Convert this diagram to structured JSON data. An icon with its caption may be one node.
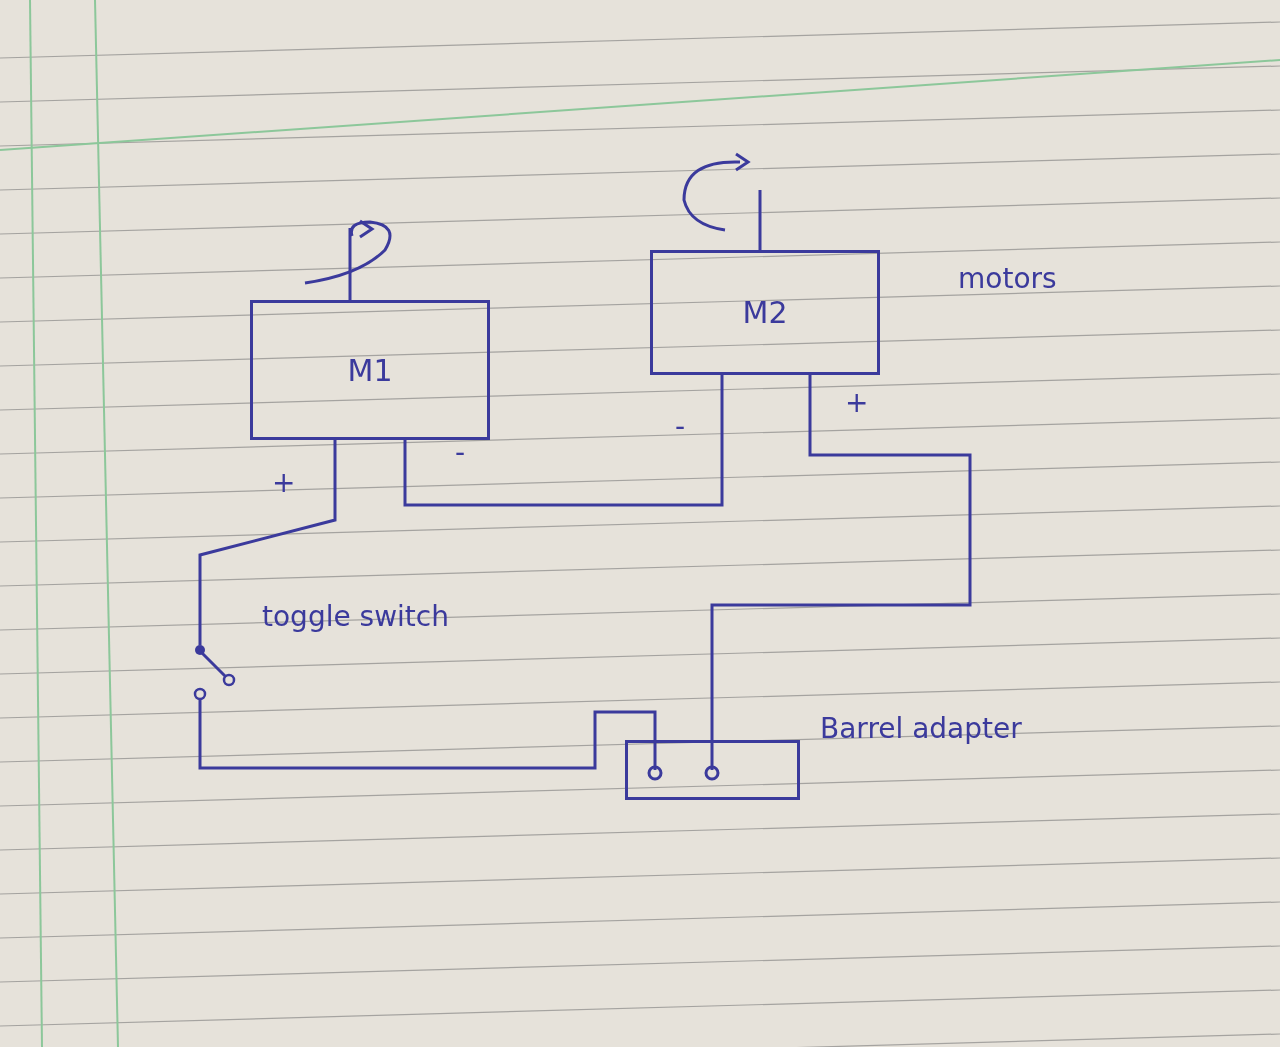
{
  "diagram": {
    "nodes": [
      {
        "text": [
          "M1"
        ]
      },
      {
        "text": [
          "M2"
        ]
      },
      {
        "text": [],
        "shape": "switch",
        "beside": [
          "toggle switch"
        ]
      },
      {
        "text": [],
        "shape": "box",
        "beside": [
          "Barrel adapter"
        ]
      }
    ],
    "edges": [
      {
        "from": 0,
        "to": 1,
        "arrow": "none"
      },
      {
        "from": 0,
        "to": 2,
        "arrow": "none"
      },
      {
        "from": 2,
        "to": 3,
        "arrow": "none"
      },
      {
        "from": 1,
        "to": 3,
        "arrow": "none"
      }
    ],
    "labels": [
      "motors",
      "+",
      "-",
      "-",
      "+"
    ]
  }
}
